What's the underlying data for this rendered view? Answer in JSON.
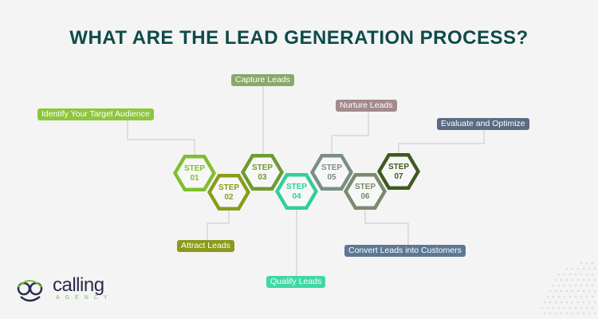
{
  "title": "WHAT ARE THE LEAD GENERATION PROCESS?",
  "steps": [
    {
      "step": "STEP",
      "num": "01",
      "label": "Identify Your Target Audience",
      "color": "#7fbf2e"
    },
    {
      "step": "STEP",
      "num": "02",
      "label": "Attract Leads",
      "color": "#8a9c1a"
    },
    {
      "step": "STEP",
      "num": "03",
      "label": "Capture Leads",
      "color": "#6f9a2e"
    },
    {
      "step": "STEP",
      "num": "04",
      "label": "Qualify Leads",
      "color": "#2fcf9a"
    },
    {
      "step": "STEP",
      "num": "05",
      "label": "Nurture Leads",
      "color": "#7a8e84"
    },
    {
      "step": "STEP",
      "num": "06",
      "label": "Convert Leads into Customers",
      "color": "#7a8a6e"
    },
    {
      "step": "STEP",
      "num": "07",
      "label": "Evaluate and Optimize",
      "color": "#3f5a20"
    }
  ],
  "label_colors": [
    "#8dc63f",
    "#8a9a1c",
    "#8aa86a",
    "#3fd8a4",
    "#a38a8c",
    "#5d7895",
    "#5b6b82"
  ],
  "logo": {
    "word": "calling",
    "sub": "AGENCY"
  }
}
